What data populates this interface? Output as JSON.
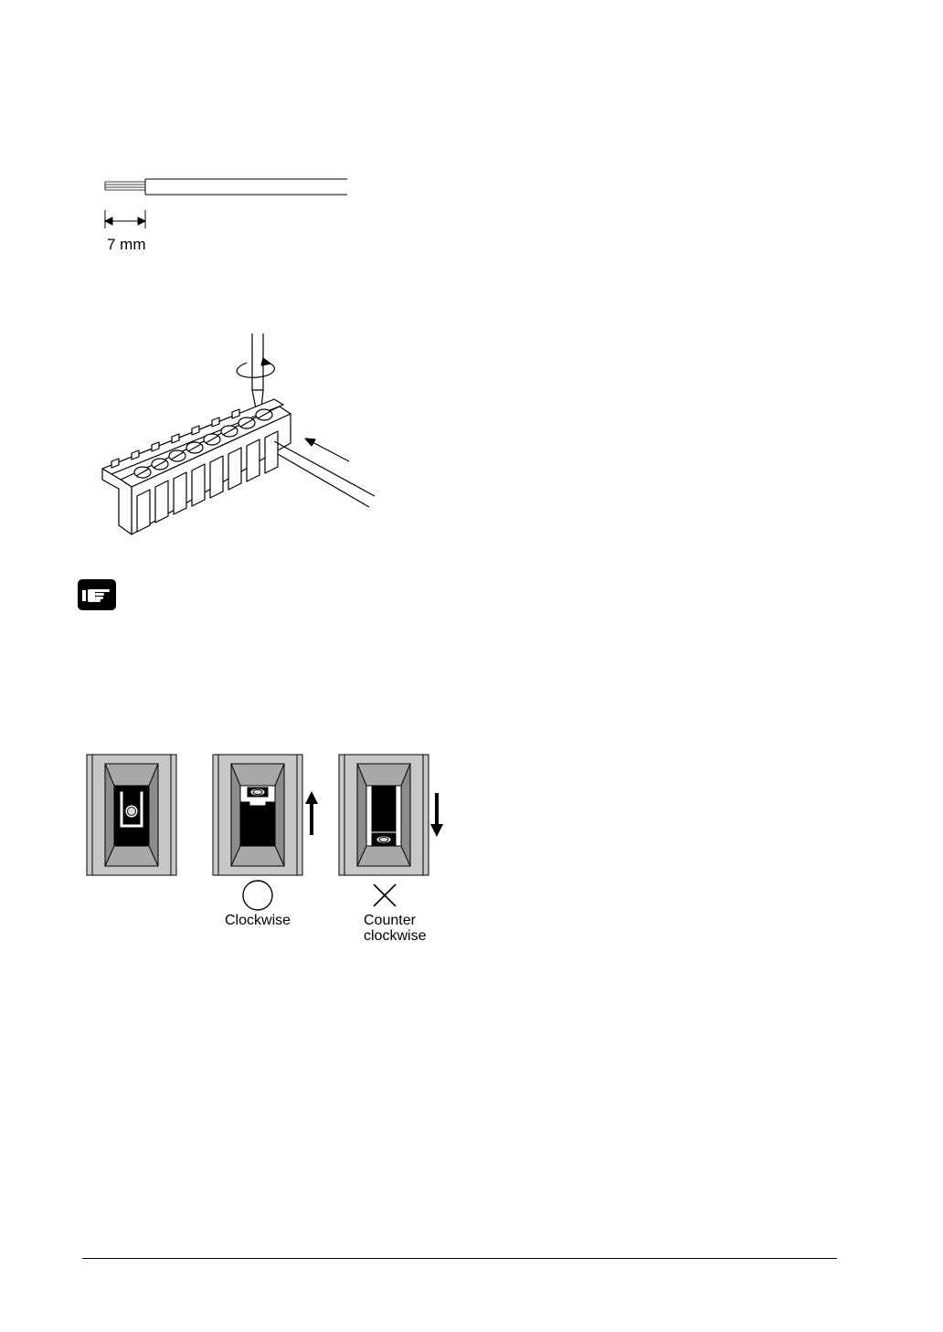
{
  "strip_length_label": "7 mm",
  "screw_positions": [
    {
      "label": "Clockwise",
      "mark": "circle"
    },
    {
      "label": "Counter\nclockwise",
      "label_lines": [
        "Counter",
        "clockwise"
      ],
      "mark": "cross"
    }
  ],
  "icons": {
    "note": "pointing-hand-icon",
    "ok": "circle-mark-icon",
    "ng": "cross-mark-icon",
    "up": "arrow-up-icon",
    "down": "arrow-down-icon"
  },
  "colors": {
    "ink": "#000000",
    "panel_gray": "#c8c8c8",
    "recess_gray": "#8c8c8c"
  }
}
